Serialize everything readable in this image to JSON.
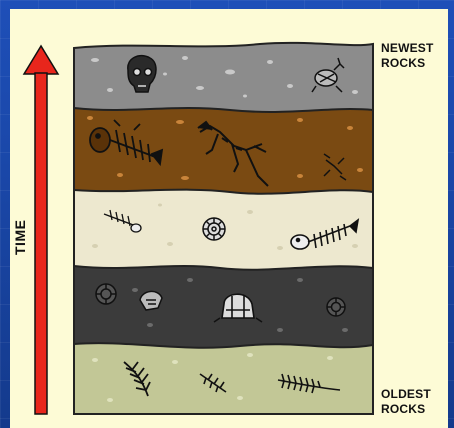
{
  "labels": {
    "time": "TIME",
    "newest_line1": "NEWEST",
    "newest_line2": "ROCKS",
    "oldest_line1": "OLDEST",
    "oldest_line2": "ROCKS"
  },
  "colors": {
    "background": "#1a47a8",
    "panel": "#fdfbd6",
    "arrow": "#e8261c",
    "layer_top": "#8c8c8c",
    "layer_brown": "#7a4a12",
    "layer_cream": "#ede8cf",
    "layer_dark": "#3b3b3b",
    "layer_bottom": "#c2c796"
  },
  "layers": [
    {
      "name": "gray-layer",
      "fossils": [
        "skull-fossil",
        "small-animal-fossil"
      ]
    },
    {
      "name": "brown-layer",
      "fossils": [
        "fish-skeleton-fossil",
        "reptile-skeleton-fossil",
        "small-lizard-fossil"
      ]
    },
    {
      "name": "cream-layer",
      "fossils": [
        "small-fish-fossil",
        "ammonite-fossil",
        "fish-skeleton-fossil"
      ]
    },
    {
      "name": "dark-layer",
      "fossils": [
        "ammonite-fossil",
        "trilobite-fossil",
        "trilobite-fossil",
        "ammonite-fossil"
      ]
    },
    {
      "name": "olive-layer",
      "fossils": [
        "fern-fossil",
        "small-fern-fossil",
        "fern-fossil"
      ]
    }
  ]
}
